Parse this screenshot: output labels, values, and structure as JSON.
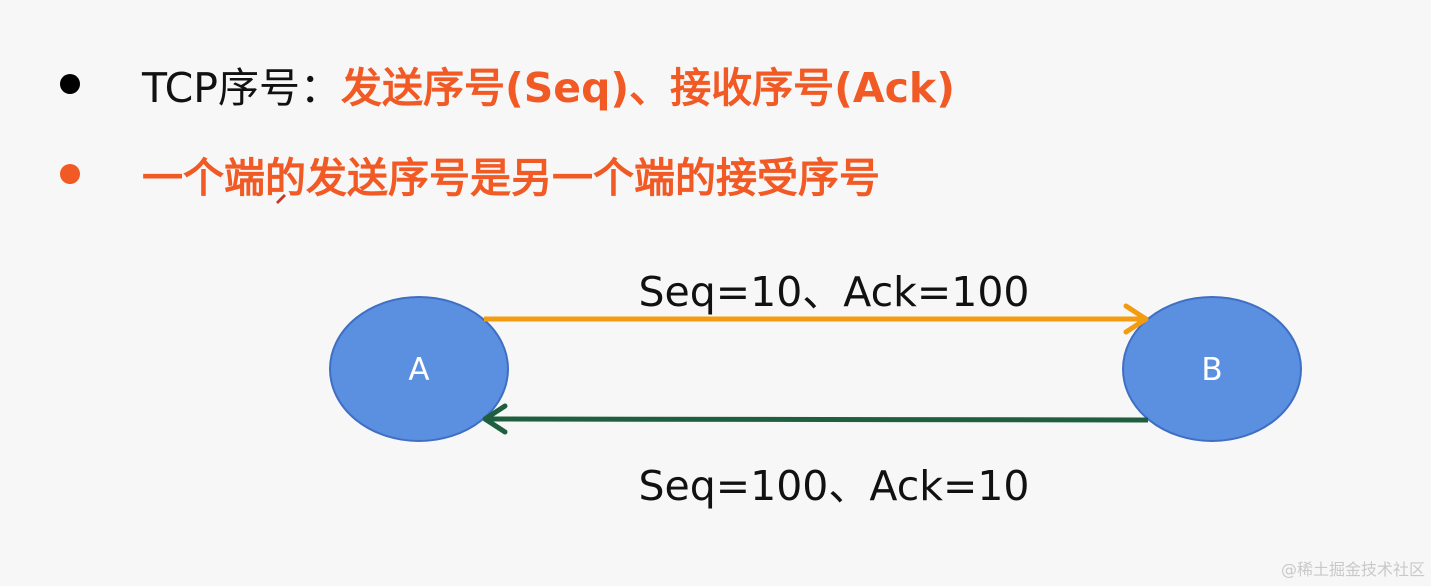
{
  "bullets": {
    "line1": {
      "prefix": "TCP序号：",
      "highlight": "发送序号(Seq)、接收序号(Ack)"
    },
    "line2": {
      "text": "一个端的发送序号是另一个端的接受序号"
    }
  },
  "diagram": {
    "node_a": "A",
    "node_b": "B",
    "edge_a_to_b": "Seq=10、Ack=100",
    "edge_b_to_a": "Seq=100、Ack=10"
  },
  "colors": {
    "accent_orange": "#f15a24",
    "node_fill": "#5b8fe0",
    "node_stroke": "#3f6fc4",
    "arrow_a_to_b": "#f39c12",
    "arrow_b_to_a": "#1f5f3f"
  },
  "watermark": "@稀土掘金技术社区"
}
